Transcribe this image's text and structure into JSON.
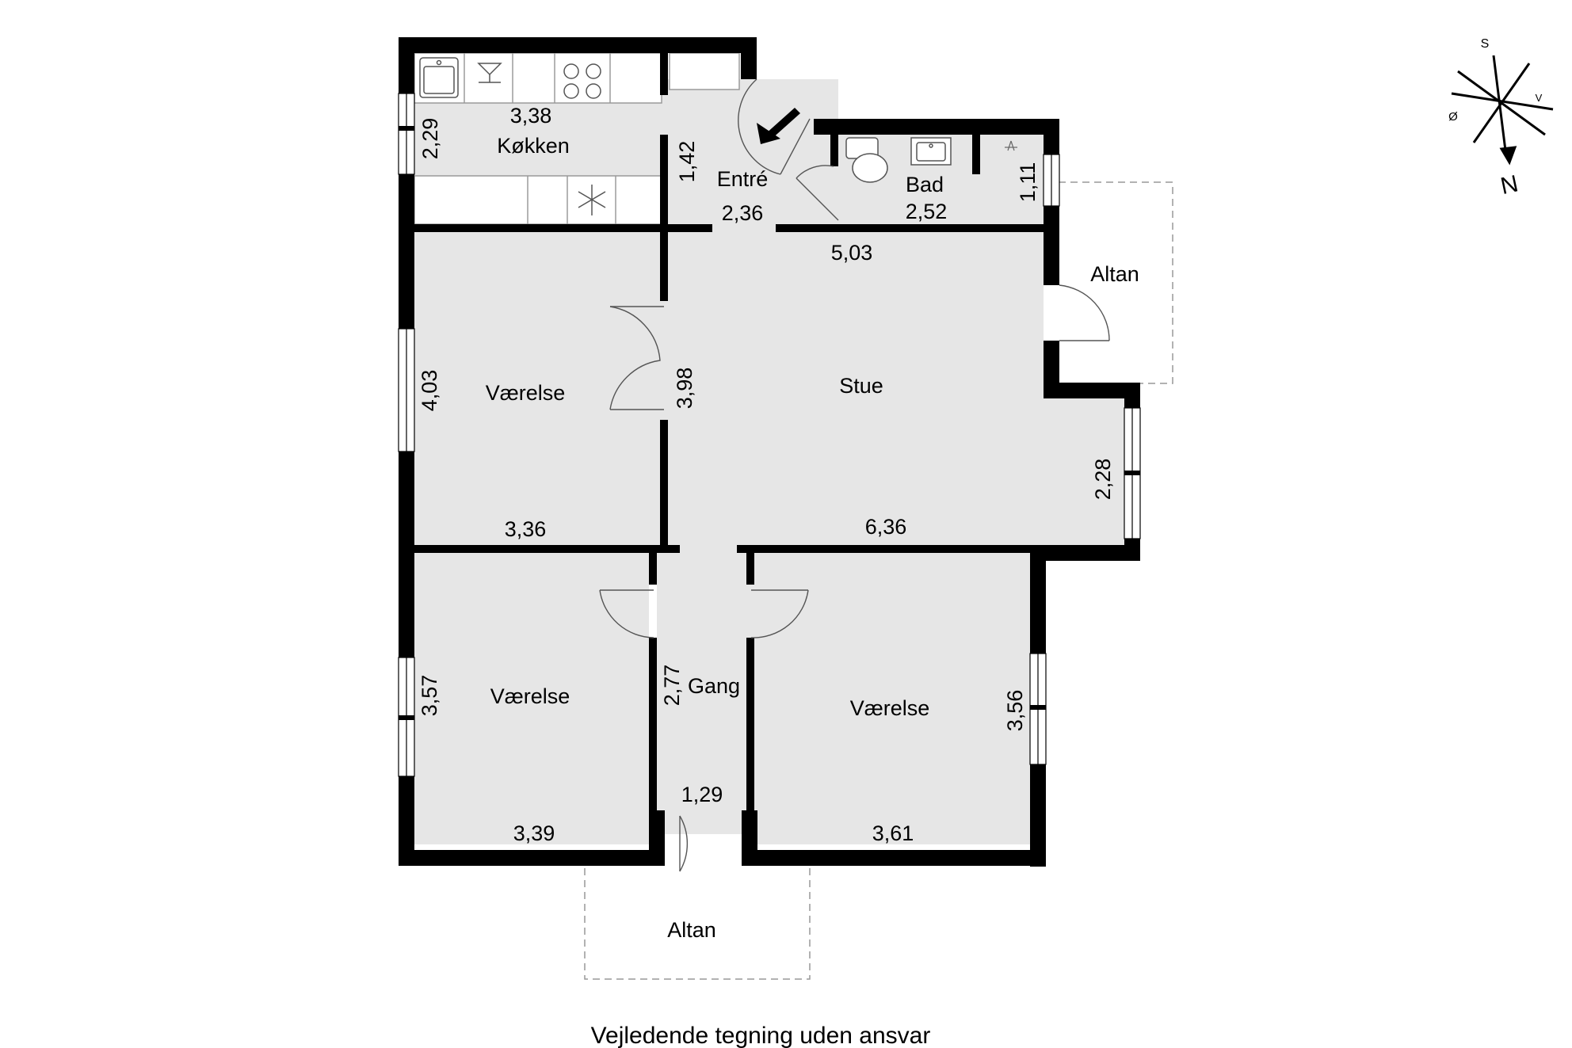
{
  "rooms": {
    "kitchen": {
      "name": "Køkken",
      "width": "3,38",
      "depth": "2,29"
    },
    "entrance": {
      "name": "Entré",
      "width": "2,36",
      "depth": "1,42"
    },
    "bath": {
      "name": "Bad",
      "width": "2,52",
      "depth": "1,11"
    },
    "living": {
      "name": "Stue",
      "width": "6,36",
      "depth": "2,28",
      "width_top": "5,03"
    },
    "bedroom_nw": {
      "name": "Værelse",
      "width": "3,36",
      "depth": "4,03",
      "depth_right": "3,98"
    },
    "bedroom_sw": {
      "name": "Værelse",
      "width": "3,39",
      "depth": "3,57"
    },
    "bedroom_se": {
      "name": "Værelse",
      "width": "3,61",
      "depth": "3,56"
    },
    "hallway": {
      "name": "Gang",
      "width": "1,29",
      "depth": "2,77"
    }
  },
  "balconies": {
    "east": "Altan",
    "south": "Altan"
  },
  "compass": {
    "north": "N",
    "south": "S",
    "east": "Ø",
    "west": "V"
  },
  "footer": {
    "disclaimer": "Vejledende tegning uden ansvar"
  },
  "colors": {
    "floor": "#e6e6e6",
    "wall": "#000000",
    "background": "#ffffff"
  }
}
